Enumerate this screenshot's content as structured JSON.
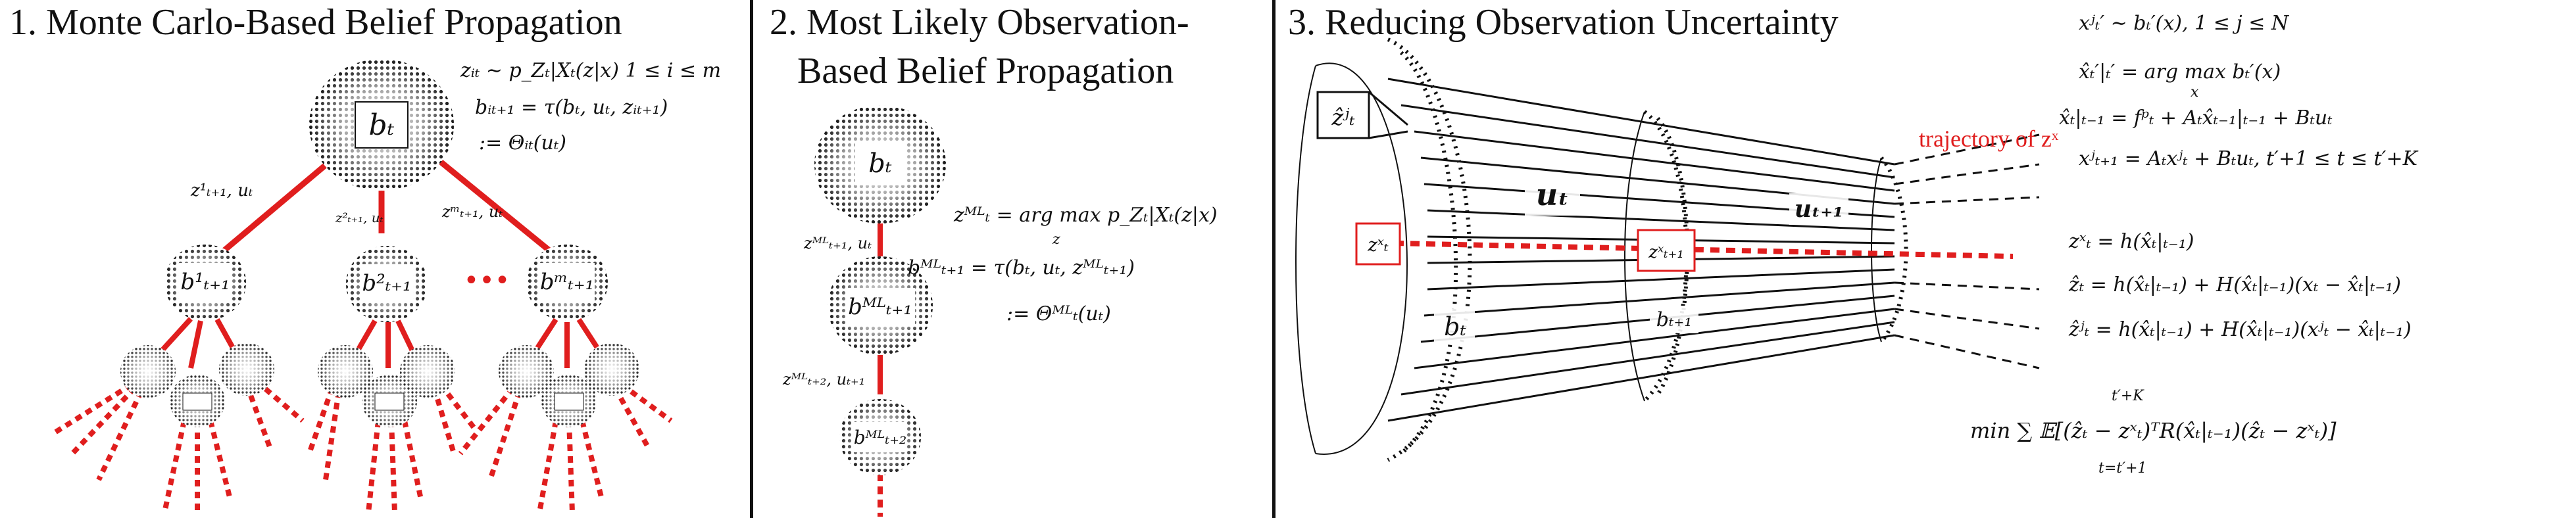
{
  "panels": [
    {
      "title": "1. Monte Carlo-Based Belief Propagation",
      "equations": [
        "zᵢₜ ∼ p_Zₜ|Xₜ(z|x)  1 ≤ i ≤ m",
        "bᵢₜ₊₁ = τ(bₜ, uₜ, zᵢₜ₊₁)",
        ":= Θᵢₜ(uₜ)"
      ],
      "node_labels": {
        "root": "bₜ",
        "child1": "b¹ₜ₊₁",
        "child2": "b²ₜ₊₁",
        "child3": "bᵐₜ₊₁",
        "ellipsis": "•••"
      },
      "edge_labels": {
        "e1": "z¹ₜ₊₁, uₜ",
        "e2": "z²ₜ₊₁, uₜ",
        "e3": "zᵐₜ₊₁, uₜ"
      }
    },
    {
      "title_line1": "2. Most Likely Observation-",
      "title_line2": "Based Belief Propagation",
      "equations": [
        "zᴹᴸₜ = arg max p_Zₜ|Xₜ(z|x)",
        "z",
        "bᴹᴸₜ₊₁ = τ(bₜ, uₜ, zᴹᴸₜ₊₁)",
        ":= Θᴹᴸₜ(uₜ)"
      ],
      "node_labels": {
        "n1": "bₜ",
        "n2": "bᴹᴸₜ₊₁",
        "n3": "bᴹᴸₜ₊₂"
      },
      "edge_labels": {
        "e1": "zᴹᴸₜ₊₁, uₜ",
        "e2": "zᴹᴸₜ₊₂, uₜ₊₁"
      }
    },
    {
      "title": "3. Reducing Observation Uncertainty",
      "callout": "ẑʲₜ",
      "trajectory_label": "trajectory of zˣ",
      "labels": {
        "u_t": "uₜ",
        "u_t1": "uₜ₊₁",
        "b_t": "bₜ",
        "b_t1": "bₜ₊₁",
        "zx_t": "zˣₜ",
        "zx_t1": "zˣₜ₊₁"
      },
      "equations": [
        "xʲₜ′ ∼ bₜ′(x),  1 ≤ j ≤ N",
        "x̂ₜ′|ₜ′ = arg max bₜ′(x)",
        "x",
        "x̂ₜ|ₜ₋₁ = fᵖₜ + Aₜx̂ₜ₋₁|ₜ₋₁ + Bₜuₜ",
        "xʲₜ₊₁ = Aₜxʲₜ + Bₜuₜ,  t′+1 ≤ t ≤ t′+K",
        "zˣₜ = h(x̂ₜ|ₜ₋₁)",
        "ẑₜ = h(x̂ₜ|ₜ₋₁) + H(x̂ₜ|ₜ₋₁)(xₜ − x̂ₜ|ₜ₋₁)",
        "ẑʲₜ = h(x̂ₜ|ₜ₋₁) + H(x̂ₜ|ₜ₋₁)(xʲₜ − x̂ₜ|ₜ₋₁)",
        "min ∑ 𝔼[(ẑₜ − zˣₜ)ᵀR(x̂ₜ|ₜ₋₁)(ẑₜ − zˣₜ)]",
        "t′+K",
        "t=t′+1"
      ]
    }
  ],
  "colors": {
    "red": "#e01e1e",
    "ink": "#111111"
  }
}
